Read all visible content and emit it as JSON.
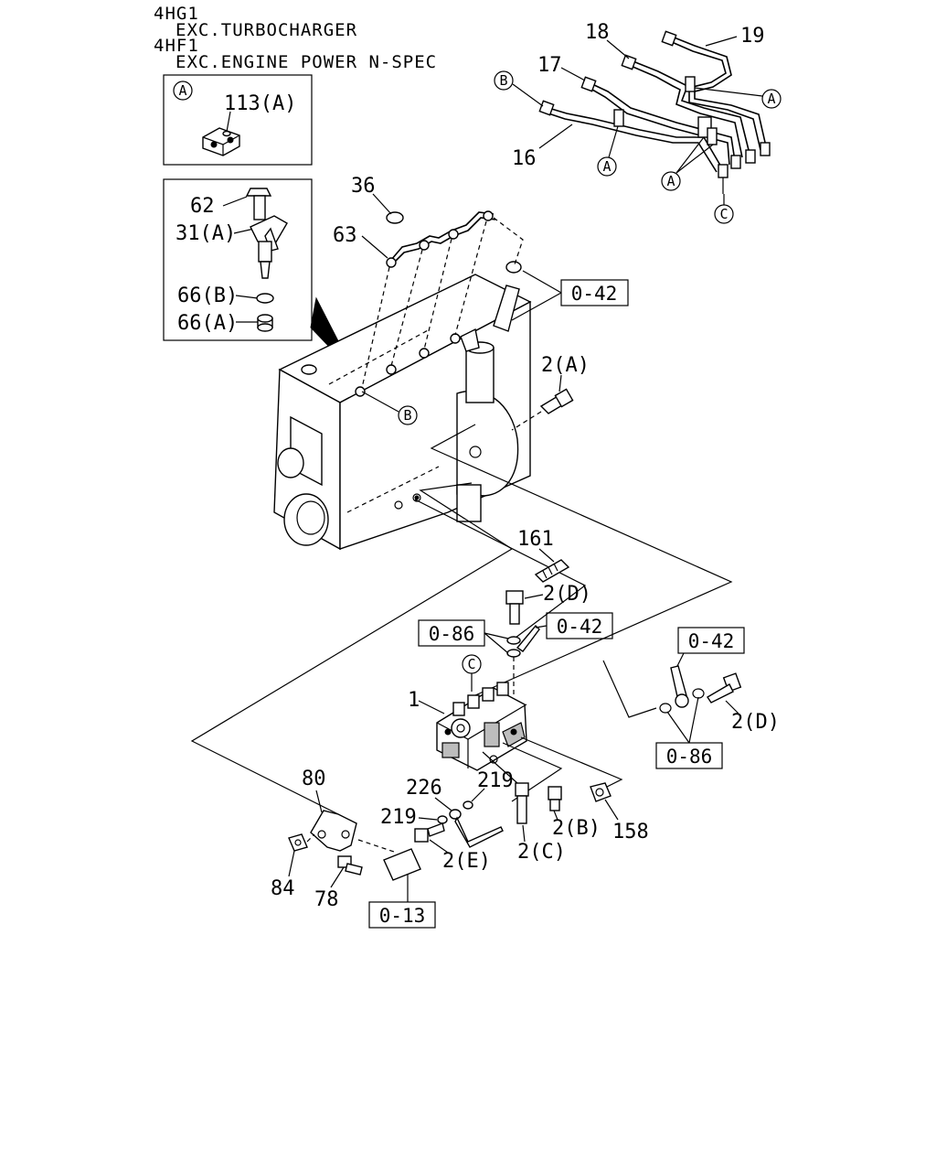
{
  "header": {
    "line1": "4HG1",
    "line2": "EXC.TURBOCHARGER",
    "line3": "4HF1",
    "line4": "EXC.ENGINE POWER N-SPEC"
  },
  "inset_a": {
    "marker": "A",
    "label": "113(A)"
  },
  "inset_injector": {
    "labels": [
      "62",
      "31(A)",
      "66(B)",
      "66(A)"
    ]
  },
  "callouts": {
    "p18": "18",
    "p19": "19",
    "p17": "17",
    "p16": "16",
    "p36": "36",
    "p63": "63",
    "p2A": "2(A)",
    "p161": "161",
    "p2D_top": "2(D)",
    "p1": "1",
    "p2D_right": "2(D)",
    "p80": "80",
    "p226": "226",
    "p219_a": "219",
    "p219_b": "219",
    "p2E": "2(E)",
    "p2C": "2(C)",
    "p2B": "2(B)",
    "p158": "158",
    "p84": "84",
    "p78": "78"
  },
  "markers": {
    "A1": "A",
    "A2": "A",
    "A3": "A",
    "B1": "B",
    "B2": "B",
    "C1": "C",
    "C2": "C"
  },
  "ref_boxes": {
    "r042_top": "0-42",
    "r086_left": "0-86",
    "r042_mid": "0-42",
    "r042_right": "0-42",
    "r086_right": "0-86",
    "r013": "0-13"
  }
}
